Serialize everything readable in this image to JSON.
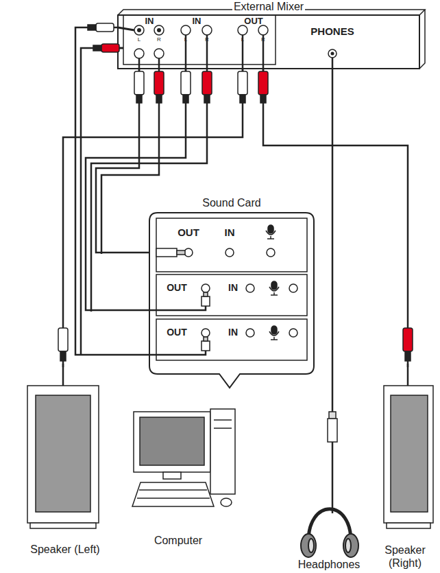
{
  "diagram": {
    "nodes": [
      {
        "text": [
          "External Mixer"
        ]
      },
      {
        "text": [
          "Sound Card"
        ]
      },
      {
        "text": [
          "Computer"
        ]
      },
      {
        "text": [
          "Speaker (Left)"
        ]
      },
      {
        "text": [
          "Headphones"
        ]
      },
      {
        "text": [
          "Speaker (Right)"
        ]
      }
    ],
    "edges": [
      {
        "from": 1,
        "to": 0,
        "arrow": "none"
      },
      {
        "from": 1,
        "to": 0,
        "arrow": "none"
      },
      {
        "from": 1,
        "to": 0,
        "arrow": "none"
      },
      {
        "from": 0,
        "to": 3,
        "arrow": "none"
      },
      {
        "from": 0,
        "to": 4,
        "arrow": "none"
      },
      {
        "from": 0,
        "to": 5,
        "arrow": "none"
      }
    ],
    "labels": [
      "IN",
      "IN",
      "OUT",
      "L",
      "R",
      "L",
      "R",
      "L",
      "R",
      "PHONES",
      "OUT",
      "IN",
      "OUT",
      "IN",
      "OUT",
      "IN"
    ]
  }
}
